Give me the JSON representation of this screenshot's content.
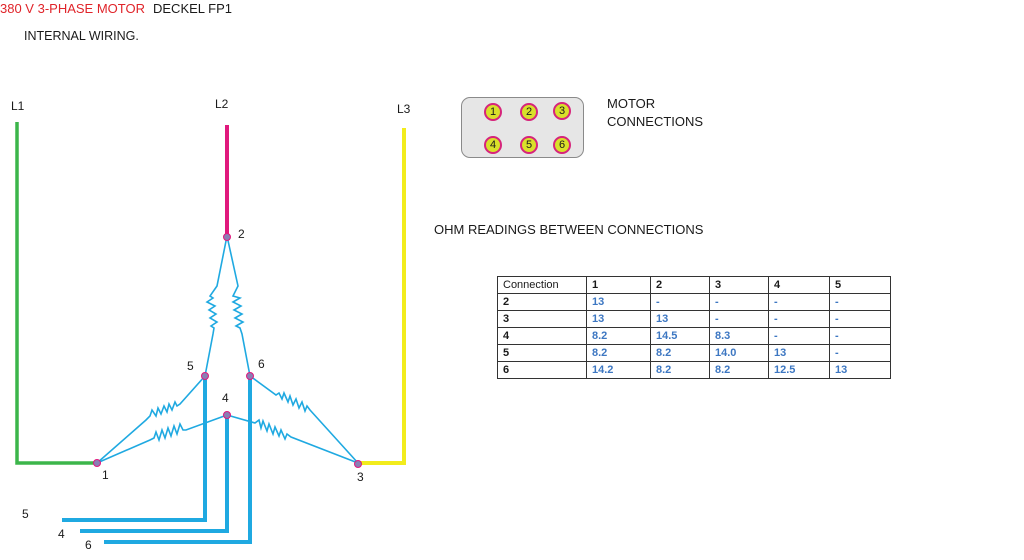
{
  "header": {
    "motor_title": "380 V 3-PHASE MOTOR",
    "machine": "DECKEL FP1",
    "subtitle": "INTERNAL WIRING."
  },
  "colors": {
    "title_red": "#e0242a",
    "L1_wire": "#3cb54a",
    "L2_wire": "#e0197d",
    "L3_wire": "#f2ec1c",
    "lead_wire": "#1fa9e1",
    "winding": "#1fa9e1",
    "node_fill": "#8a7fb5",
    "pin_fill": "#d9e02a",
    "pin_ring": "#d6247b",
    "table_value": "#3d77c2"
  },
  "diagram": {
    "line_labels": [
      "L1",
      "L2",
      "L3"
    ],
    "node_labels": [
      "1",
      "2",
      "3",
      "4",
      "5",
      "6"
    ],
    "lead_labels": [
      "5",
      "4",
      "6"
    ]
  },
  "motor_connections": {
    "label_line1": "MOTOR",
    "label_line2": "CONNECTIONS",
    "pins": [
      "1",
      "2",
      "3",
      "4",
      "5",
      "6"
    ]
  },
  "ohm_table": {
    "title": "OHM READINGS BETWEEN CONNECTIONS",
    "header": [
      "Connection",
      "1",
      "2",
      "3",
      "4",
      "5"
    ],
    "rows": [
      [
        "2",
        "13",
        "-",
        "-",
        "-",
        "-"
      ],
      [
        "3",
        "13",
        "13",
        "-",
        "-",
        "-"
      ],
      [
        "4",
        "8.2",
        "14.5",
        "8.3",
        "-",
        "-"
      ],
      [
        "5",
        "8.2",
        "8.2",
        "14.0",
        "13",
        "-"
      ],
      [
        "6",
        "14.2",
        "8.2",
        "8.2",
        "12.5",
        "13"
      ]
    ]
  }
}
